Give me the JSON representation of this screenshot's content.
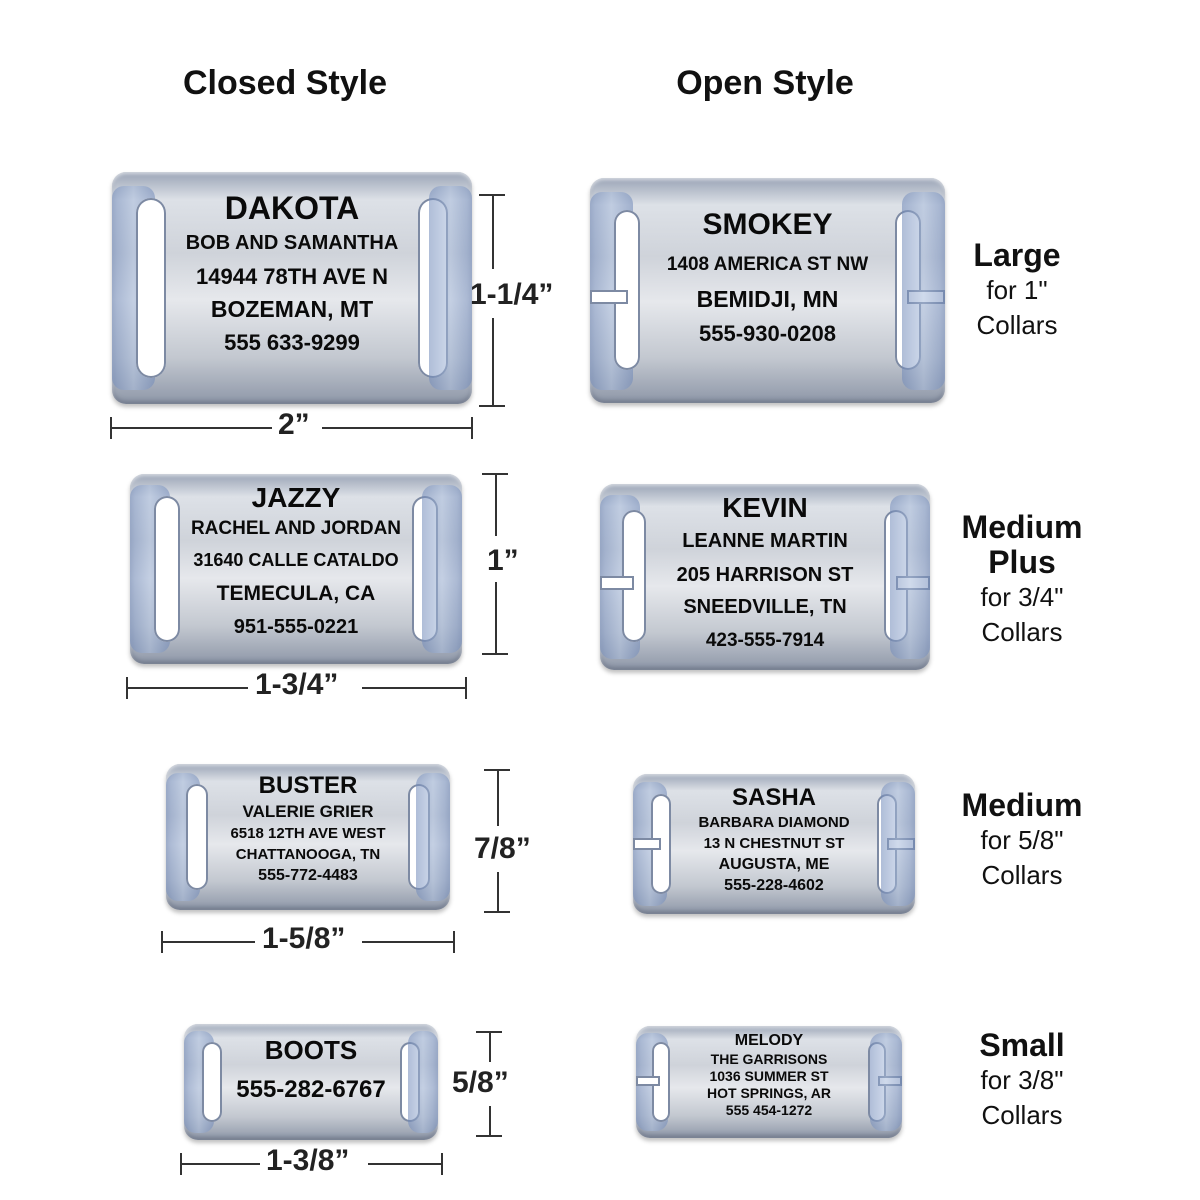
{
  "headings": {
    "closed": "Closed Style",
    "open": "Open Style"
  },
  "tags": {
    "large_closed": {
      "lines": [
        "DAKOTA",
        "BOB AND SAMANTHA",
        "14944 78TH AVE N",
        "BOZEMAN, MT",
        "555 633-9299"
      ],
      "width": "2”",
      "height": "1-1/4”"
    },
    "large_open": {
      "lines": [
        "SMOKEY",
        "1408 AMERICA ST NW",
        "BEMIDJI, MN",
        "555-930-0208"
      ]
    },
    "medplus_closed": {
      "lines": [
        "JAZZY",
        "RACHEL AND JORDAN",
        "31640 CALLE CATALDO",
        "TEMECULA, CA",
        "951-555-0221"
      ],
      "width": "1-3/4”",
      "height": "1”"
    },
    "medplus_open": {
      "lines": [
        "KEVIN",
        "LEANNE MARTIN",
        "205 HARRISON ST",
        "SNEEDVILLE, TN",
        "423-555-7914"
      ]
    },
    "medium_closed": {
      "lines": [
        "BUSTER",
        "VALERIE GRIER",
        "6518 12TH AVE WEST",
        "CHATTANOOGA, TN",
        "555-772-4483"
      ],
      "width": "1-5/8”",
      "height": "7/8”"
    },
    "medium_open": {
      "lines": [
        "SASHA",
        "BARBARA DIAMOND",
        "13 N CHESTNUT ST",
        "AUGUSTA, ME",
        "555-228-4602"
      ]
    },
    "small_closed": {
      "lines": [
        "BOOTS",
        "555-282-6767"
      ],
      "width": "1-3/8”",
      "height": "5/8”"
    },
    "small_open": {
      "lines": [
        "MELODY",
        "THE GARRISONS",
        "1036 SUMMER ST",
        "HOT SPRINGS, AR",
        "555 454-1272"
      ]
    }
  },
  "sizes": {
    "large": {
      "name": "Large",
      "line1": "for 1\"",
      "line2": "Collars"
    },
    "medplus": {
      "name1": "Medium",
      "name2": "Plus",
      "line1": "for 3/4\"",
      "line2": "Collars"
    },
    "medium": {
      "name": "Medium",
      "line1": "for 5/8\"",
      "line2": "Collars"
    },
    "small": {
      "name": "Small",
      "line1": "for 3/8\"",
      "line2": "Collars"
    }
  }
}
